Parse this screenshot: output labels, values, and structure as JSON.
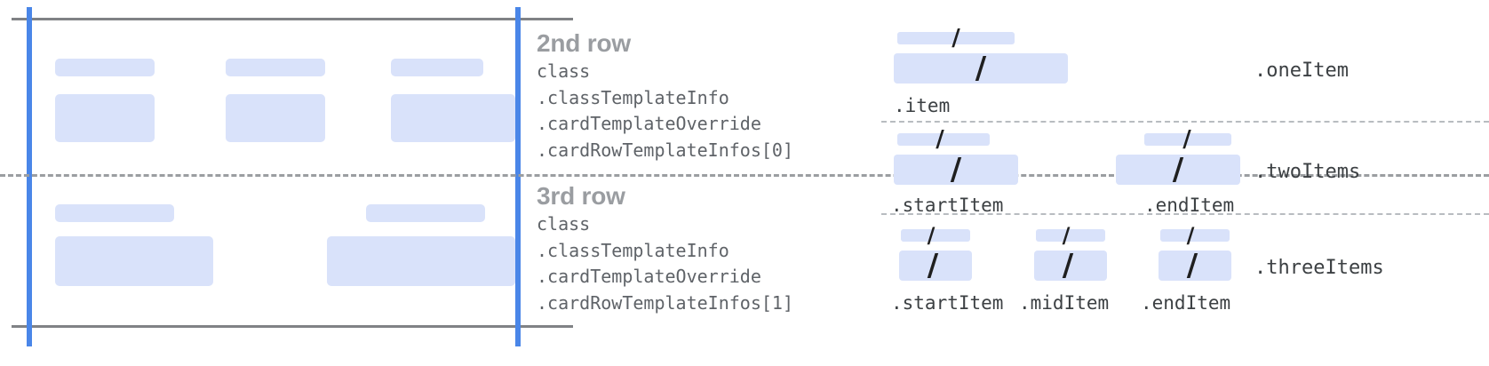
{
  "diagram": {
    "kind": "card-row-template-annotation-diagram",
    "colors": {
      "placeholder_fill": "#d9e2fa",
      "guide_blue": "#4a86e8",
      "guide_gray": "#808285",
      "dash_gray": "#9b9ea1",
      "title_gray": "#9a9da1",
      "code_gray": "#5f6368",
      "label_dark": "#3c4043",
      "slash_dark": "#1f1f1f",
      "background": "#ffffff"
    },
    "slash_glyph": "/"
  },
  "annotations": [
    {
      "title": "2nd row",
      "code_lines": [
        "class",
        ".classTemplateInfo",
        ".cardTemplateOverride",
        ".cardRowTemplateInfos[0]"
      ]
    },
    {
      "title": "3rd row",
      "code_lines": [
        "class",
        ".classTemplateInfo",
        ".cardTemplateOverride",
        ".cardRowTemplateInfos[1]"
      ]
    }
  ],
  "item_groups": [
    {
      "group_label": ".oneItem",
      "slots": [
        {
          "label": ".item"
        }
      ]
    },
    {
      "group_label": ".twoItems",
      "slots": [
        {
          "label": ".startItem"
        },
        {
          "label": ".endItem"
        }
      ]
    },
    {
      "group_label": ".threeItems",
      "slots": [
        {
          "label": ".startItem"
        },
        {
          "label": ".midItem"
        },
        {
          "label": ".endItem"
        }
      ]
    }
  ],
  "left_rows": [
    {
      "name": "row-2",
      "cells": [
        {
          "has_top_bar": true,
          "has_body": true
        },
        {
          "has_top_bar": true,
          "has_body": true
        },
        {
          "has_top_bar": true,
          "has_body": true
        }
      ]
    },
    {
      "name": "row-3",
      "cells": [
        {
          "has_top_bar": true,
          "has_body": true
        },
        {
          "has_top_bar": true,
          "has_body": true
        }
      ]
    }
  ]
}
